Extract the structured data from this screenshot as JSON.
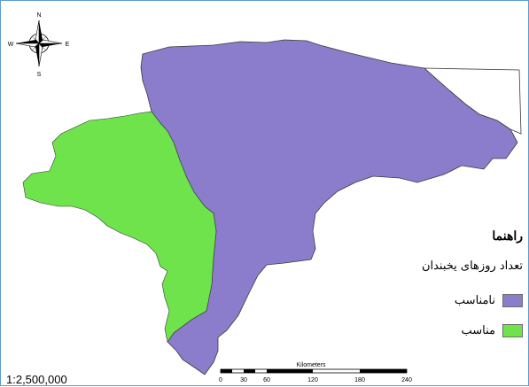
{
  "colors": {
    "unsuitable": "#8b7dcb",
    "suitable": "#6fe34b",
    "outline": "#3a3a3a",
    "frame": "#5b9bd5"
  },
  "north_arrow": {
    "n": "N",
    "s": "S",
    "e": "E",
    "w": "W"
  },
  "legend": {
    "title": "راهنما",
    "subtitle": "تعداد روزهای یخبندان",
    "items": [
      {
        "label": "نامناسب",
        "color_key": "unsuitable"
      },
      {
        "label": "مناسب",
        "color_key": "suitable"
      }
    ]
  },
  "scale_bar": {
    "unit_label": "Kilometers",
    "ticks": [
      "0",
      "30",
      "60",
      "120",
      "180",
      "240"
    ]
  },
  "scale_ratio": "1:2,500,000"
}
